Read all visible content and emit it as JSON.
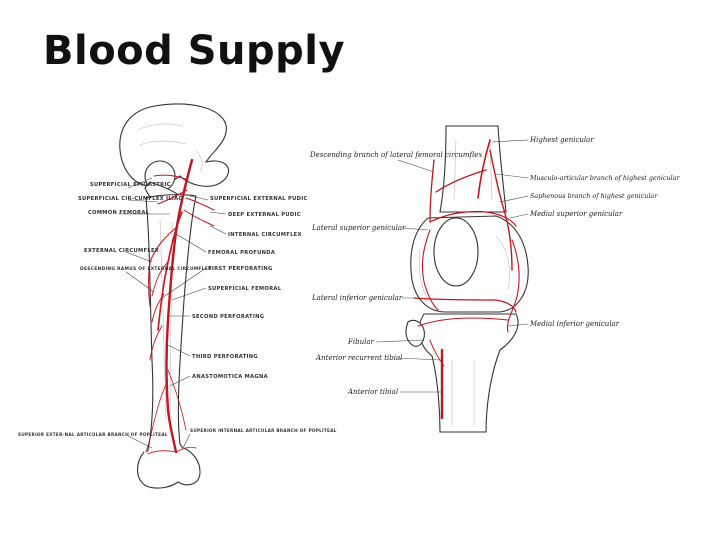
{
  "slide": {
    "title": "Blood Supply"
  },
  "thigh_figure": {
    "labels": [
      "SUPERFICIAL EPIGASTRIC",
      "SUPERFICIAL CIR-CUMFLEX ILIAC",
      "COMMON FEMORAL",
      "SUPERFICIAL EXTERNAL PUDIC",
      "DEEP EXTERNAL PUDIC",
      "INTERNAL CIRCUMFLEX",
      "EXTERNAL CIRCUMFLEX",
      "DESCENDING RAMUS OF EXTERNAL CIRCUMFLEX",
      "FEMORAL PROFUNDA",
      "FIRST PERFORATING",
      "SUPERFICIAL FEMORAL",
      "SECOND PERFORATING",
      "THIRD PERFORATING",
      "ANASTOMOTICA MAGNA",
      "SUPERIOR EXTER-NAL ARTICULAR BRANCH OF POPLITEAL",
      "SUPERIOR INTERNAL ARTICULAR BRANCH OF POPLITEAL"
    ]
  },
  "knee_figure": {
    "labels": [
      "Descending branch of lateral femoral circumflex",
      "Highest genicular",
      "Musculo-articular branch of highest genicular",
      "Saphenous branch of highest genicular",
      "Medial superior genicular",
      "Lateral superior genicular",
      "Lateral inferior genicular",
      "Medial inferior genicular",
      "Fibular",
      "Anterior recurrent tibial",
      "Anterior tibial"
    ]
  },
  "colors": {
    "artery": "#c4161c",
    "bone_outline": "#333333",
    "title": "#111111"
  }
}
